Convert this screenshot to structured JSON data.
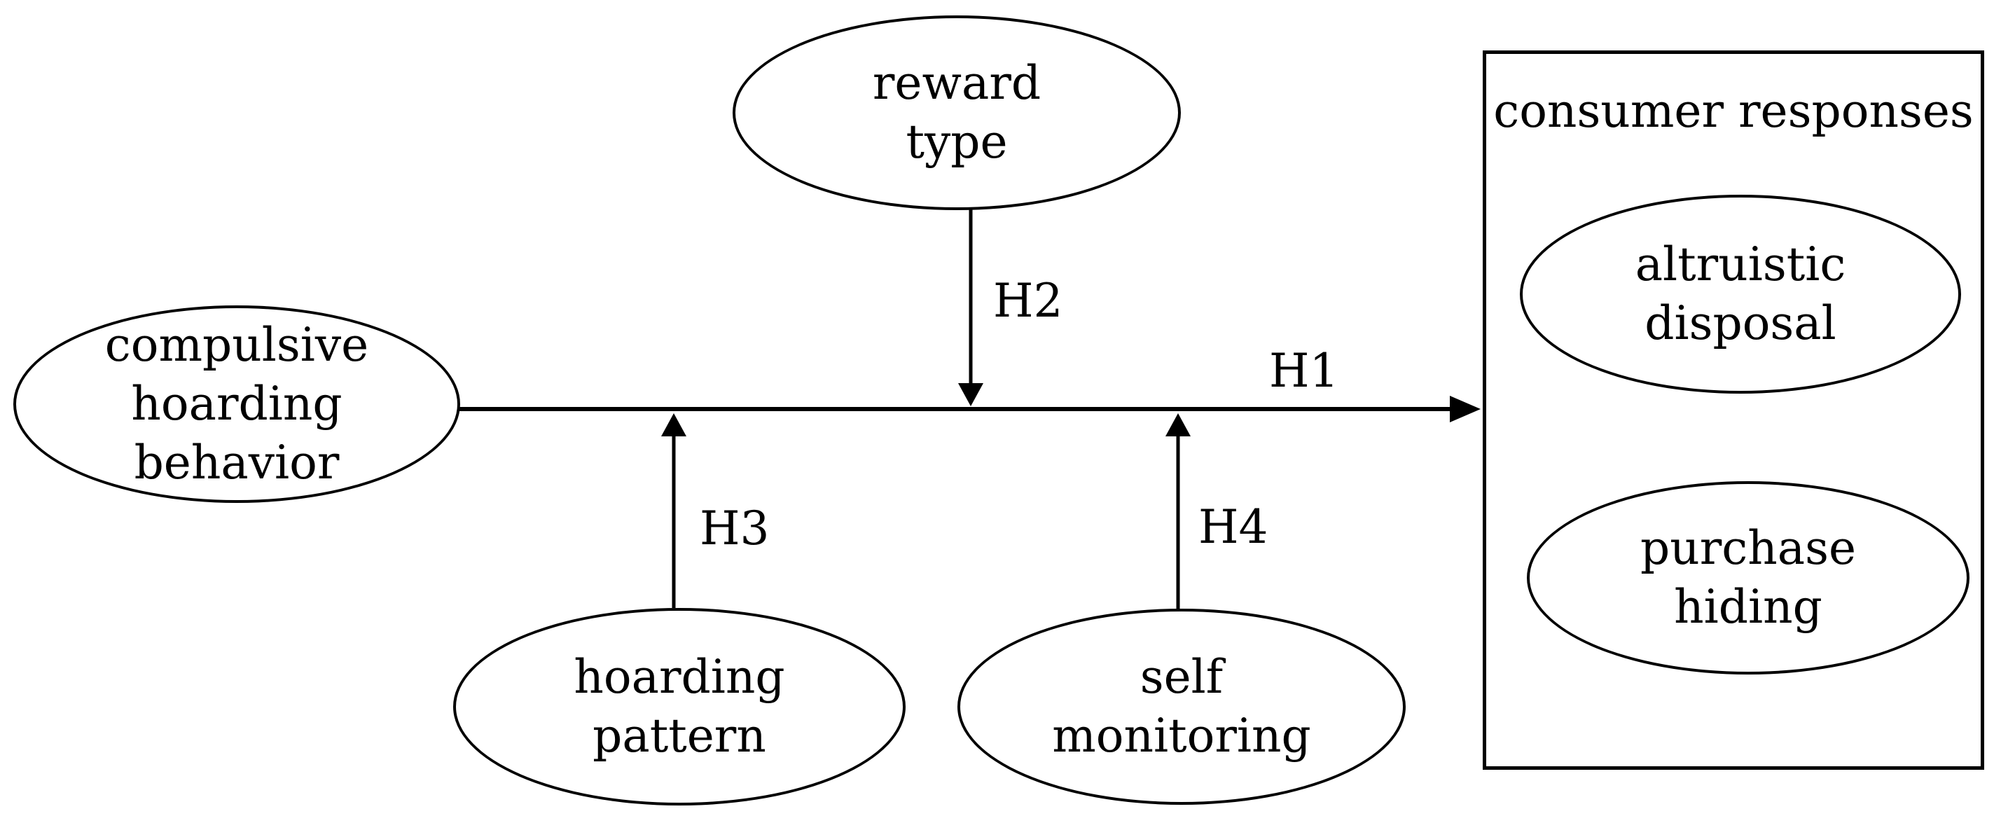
{
  "figure": {
    "background": "#ffffff",
    "ink": "#000000",
    "type": "conceptual-model-diagram"
  },
  "nodes": {
    "reward_type": {
      "label": "reward\ntype"
    },
    "compulsive_hoarding_behavior": {
      "label": "compulsive\nhoarding\nbehavior"
    },
    "hoarding_pattern": {
      "label": "hoarding\npattern"
    },
    "self_monitoring": {
      "label": "self\nmonitoring"
    },
    "altruistic_disposal": {
      "label": "altruistic\ndisposal"
    },
    "purchase_hiding": {
      "label": "purchase\nhiding"
    }
  },
  "container": {
    "label": "consumer responses"
  },
  "edges": {
    "h1": {
      "label": "H1",
      "from": "compulsive hoarding behavior",
      "to": "consumer responses",
      "direction": "right"
    },
    "h2": {
      "label": "H2",
      "from": "reward type",
      "to": "H1 path",
      "direction": "down"
    },
    "h3": {
      "label": "H3",
      "from": "hoarding pattern",
      "to": "H1 path",
      "direction": "up"
    },
    "h4": {
      "label": "H4",
      "from": "self monitoring",
      "to": "H1 path",
      "direction": "up"
    }
  }
}
